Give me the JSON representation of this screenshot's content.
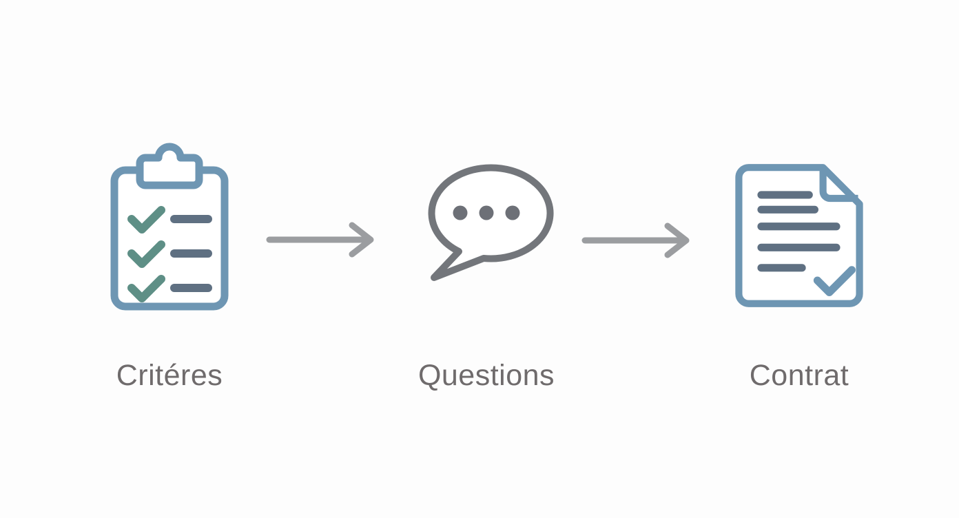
{
  "diagram": {
    "steps": [
      {
        "id": "criteres",
        "label": "Critéres",
        "icon": "clipboard-checklist-icon"
      },
      {
        "id": "questions",
        "label": "Questions",
        "icon": "speech-bubble-icon"
      },
      {
        "id": "contrat",
        "label": "Contrat",
        "icon": "document-check-icon"
      }
    ],
    "connectors": [
      {
        "icon": "arrow-right-icon"
      },
      {
        "icon": "arrow-right-icon"
      }
    ]
  },
  "colors": {
    "background": "#fdfdfd",
    "steel_blue": "#6e96b3",
    "teal_green": "#5e8f86",
    "slate_gray": "#5f7082",
    "bubble_gray": "#73767b",
    "dot_gray": "#6d7077",
    "arrow_gray": "#9b9da0",
    "label_gray": "#6f6b6c"
  }
}
